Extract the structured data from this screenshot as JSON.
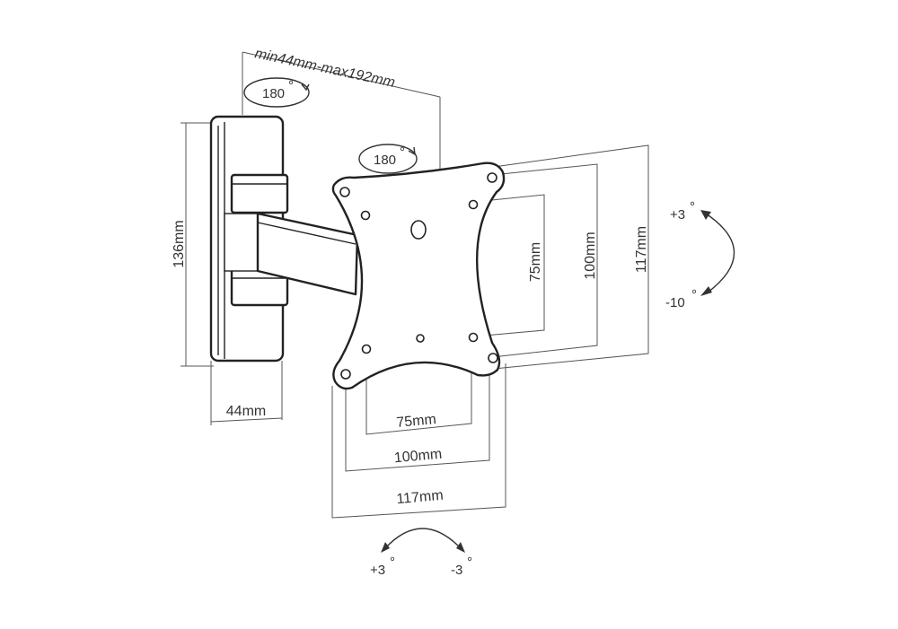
{
  "dimensions": {
    "arm_range": "min44mm-max192mm",
    "plate_height": "136mm",
    "plate_depth": "44mm",
    "vesa_h_75": "75mm",
    "vesa_h_100": "100mm",
    "vesa_h_117": "117mm",
    "vesa_v_75": "75mm",
    "vesa_v_100": "100mm",
    "vesa_v_117": "117mm"
  },
  "rotations": {
    "wall_swivel": "180",
    "head_swivel": "180",
    "tilt_up": "+3",
    "tilt_down": "-10",
    "roll_left": "+3",
    "roll_right": "-3",
    "degree_mark": "°"
  },
  "colors": {
    "line": "#222222",
    "dimension": "#555555",
    "background": "#ffffff"
  }
}
